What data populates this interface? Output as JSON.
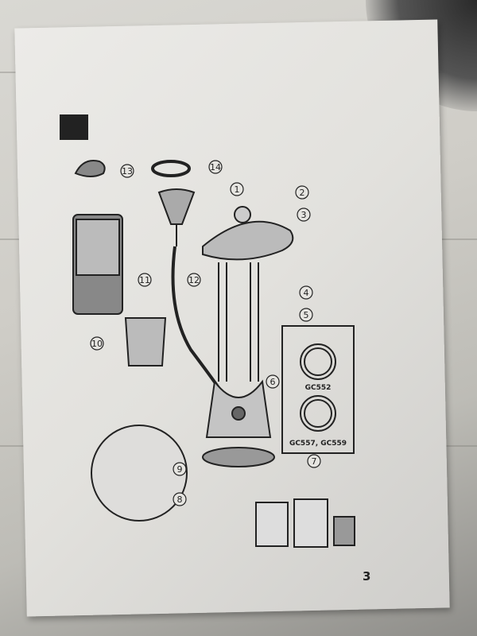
{
  "page": {
    "number": "3"
  },
  "callouts": [
    "1",
    "2",
    "3",
    "4",
    "5",
    "6",
    "7",
    "8",
    "9",
    "10",
    "11",
    "12",
    "13",
    "14"
  ],
  "panel": {
    "model_top": "GC552",
    "model_bottom": "GC557, GC559"
  },
  "colors": {
    "paper": "#e6e5e1",
    "ink": "#222222",
    "background": "#d2d1cc"
  }
}
